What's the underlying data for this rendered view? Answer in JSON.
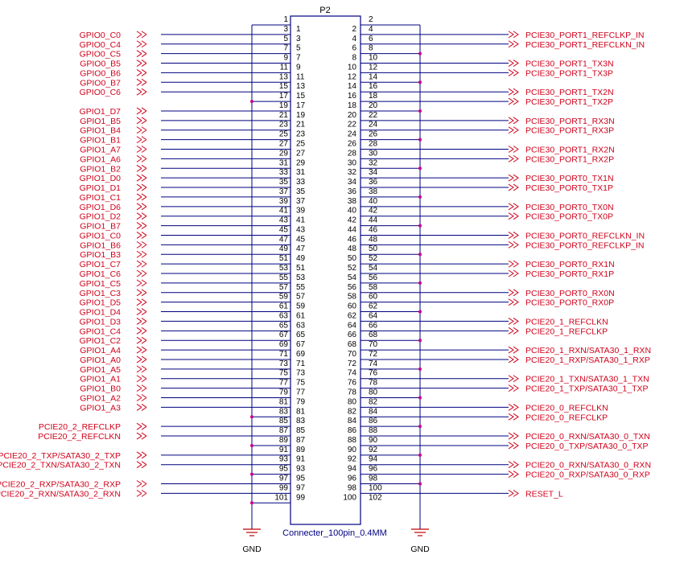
{
  "component": {
    "refdes": "P2",
    "value": "Connecter_100pin_0.4MM"
  },
  "ground_label": "GND",
  "colors": {
    "net": "#d0021b",
    "outline": "#000080",
    "wire": "#000080",
    "pin_text": "#000000",
    "junction": "#c8008c",
    "ground": "#c00000"
  },
  "left_nets": {
    "3": "GPIO0_C0",
    "5": "GPIO0_C4",
    "7": "GPIO0_C5",
    "9": "GPIO0_B5",
    "11": "GPIO0_B6",
    "13": "GPIO0_B7",
    "15": "GPIO0_C6",
    "19": "GPIO1_D7",
    "21": "GPIO1_B5",
    "23": "GPIO1_B4",
    "25": "GPIO1_B1",
    "27": "GPIO1_A7",
    "29": "GPIO1_A6",
    "31": "GPIO1_B2",
    "33": "GPIO1_D0",
    "35": "GPIO1_D1",
    "37": "GPIO1_C1",
    "39": "GPIO1_D6",
    "41": "GPIO1_D2",
    "43": "GPIO1_B7",
    "45": "GPIO1_C0",
    "47": "GPIO1_B6",
    "49": "GPIO1_B3",
    "51": "GPIO1_C7",
    "53": "GPIO1_C6",
    "55": "GPIO1_C5",
    "57": "GPIO1_C3",
    "59": "GPIO1_D5",
    "61": "GPIO1_D4",
    "63": "GPIO1_D3",
    "65": "GPIO1_C4",
    "67": "GPIO1_C2",
    "69": "GPIO1_A4",
    "71": "GPIO1_A0",
    "73": "GPIO1_A5",
    "75": "GPIO1_A1",
    "77": "GPIO1_B0",
    "79": "GPIO1_A2",
    "81": "GPIO1_A3",
    "85": "PCIE20_2_REFCLKP",
    "87": "PCIE20_2_REFCLKN",
    "91": "PCIE20_2_TXP/SATA30_2_TXP",
    "93": "PCIE20_2_TXN/SATA30_2_TXN",
    "97": "PCIE20_2_RXP/SATA30_2_RXP",
    "99": "PCIE20_2_RXN/SATA30_2_RXN"
  },
  "right_nets": {
    "4": "PCIE30_PORT1_REFCLKP_IN",
    "6": "PCIE30_PORT1_REFCLKN_IN",
    "10": "PCIE30_PORT1_TX3N",
    "12": "PCIE30_PORT1_TX3P",
    "16": "PCIE30_PORT1_TX2N",
    "18": "PCIE30_PORT1_TX2P",
    "22": "PCIE30_PORT1_RX3N",
    "24": "PCIE30_PORT1_RX3P",
    "28": "PCIE30_PORT1_RX2N",
    "30": "PCIE30_PORT1_RX2P",
    "34": "PCIE30_PORT0_TX1N",
    "36": "PCIE30_PORT0_TX1P",
    "40": "PCIE30_PORT0_TX0N",
    "42": "PCIE30_PORT0_TX0P",
    "46": "PCIE30_PORT0_REFCLKN_IN",
    "48": "PCIE30_PORT0_REFCLKP_IN",
    "52": "PCIE30_PORT0_RX1N",
    "54": "PCIE30_PORT0_RX1P",
    "58": "PCIE30_PORT0_RX0N",
    "60": "PCIE30_PORT0_RX0P",
    "64": "PCIE20_1_REFCLKN",
    "66": "PCIE20_1_REFCLKP",
    "70": "PCIE20_1_RXN/SATA30_1_RXN",
    "72": "PCIE20_1_RXP/SATA30_1_RXP",
    "76": "PCIE20_1_TXN/SATA30_1_TXN",
    "78": "PCIE20_1_TXP/SATA30_1_TXP",
    "82": "PCIE20_0_REFCLKN",
    "84": "PCIE20_0_REFCLKP",
    "88": "PCIE20_0_RXN/SATA30_0_TXN",
    "90": "PCIE20_0_TXP/SATA30_0_TXP",
    "94": "PCIE20_0_RXN/SATA30_0_RXN",
    "96": "PCIE20_0_RXP/SATA30_0_RXP",
    "100": "RESET_L"
  },
  "left_ground_pins": [
    "1",
    "17",
    "83",
    "89",
    "95",
    "101"
  ],
  "right_ground_pins": [
    "2",
    "8",
    "14",
    "20",
    "26",
    "32",
    "38",
    "44",
    "50",
    "56",
    "62",
    "68",
    "74",
    "80",
    "86",
    "92",
    "98"
  ]
}
